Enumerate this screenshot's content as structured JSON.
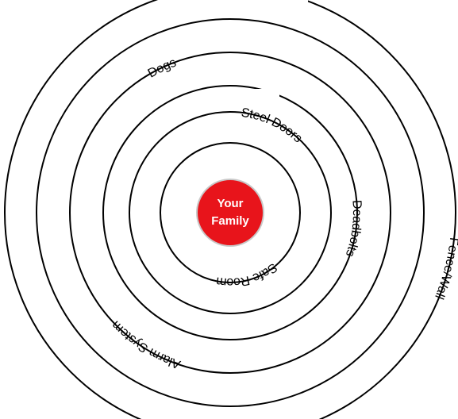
{
  "center": {
    "line1": "Your",
    "line2": "Family",
    "fill": "#e8141b",
    "stroke": "#c8c8c8"
  },
  "rings": {
    "safe_room": "Safe Room",
    "steel_doors": "Steel Doors",
    "deadbolts": "Deadbolts",
    "alarm_system": "Alarm System",
    "dogs": "Dogs",
    "fence_wall": "Fence/Wall"
  }
}
